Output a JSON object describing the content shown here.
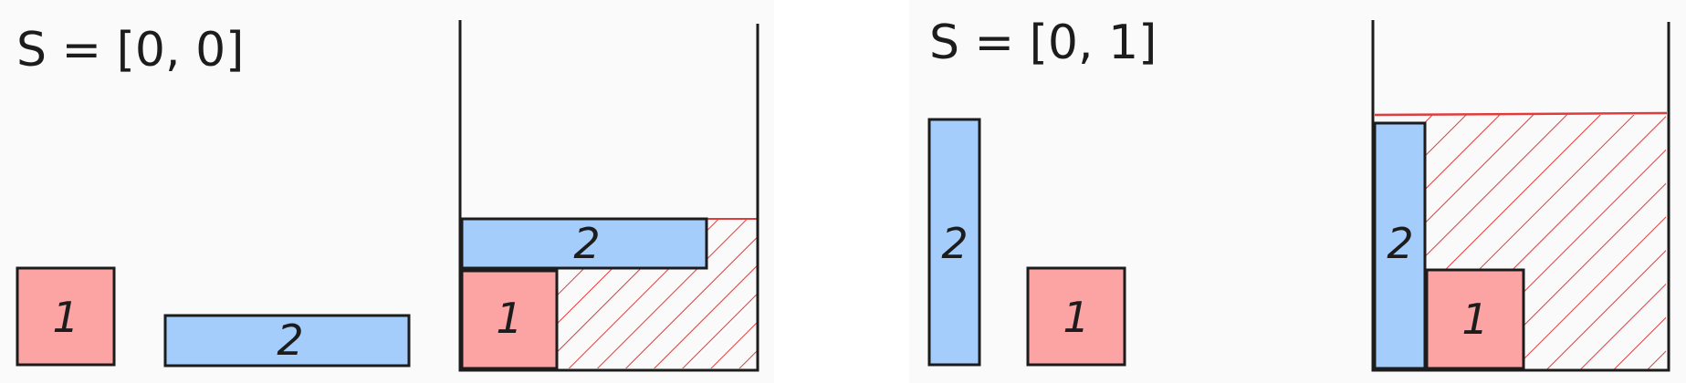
{
  "colors": {
    "blue_fill": "#a5cdfb",
    "red_fill": "#fca3a3",
    "hatch": "#e03c3c",
    "stroke": "#1c1c1c",
    "panel_bg": "#fafafa"
  },
  "panels": [
    {
      "state_label": "S = [0, 0]",
      "loose_pieces": [
        {
          "label": "1",
          "color": "red"
        },
        {
          "label": "2",
          "color": "blue"
        }
      ],
      "packed_pieces": [
        {
          "label": "2",
          "color": "blue"
        },
        {
          "label": "1",
          "color": "red"
        }
      ]
    },
    {
      "state_label": "S = [0, 1]",
      "loose_pieces": [
        {
          "label": "2",
          "color": "blue"
        },
        {
          "label": "1",
          "color": "red"
        }
      ],
      "packed_pieces": [
        {
          "label": "2",
          "color": "blue"
        },
        {
          "label": "1",
          "color": "red"
        }
      ]
    }
  ]
}
